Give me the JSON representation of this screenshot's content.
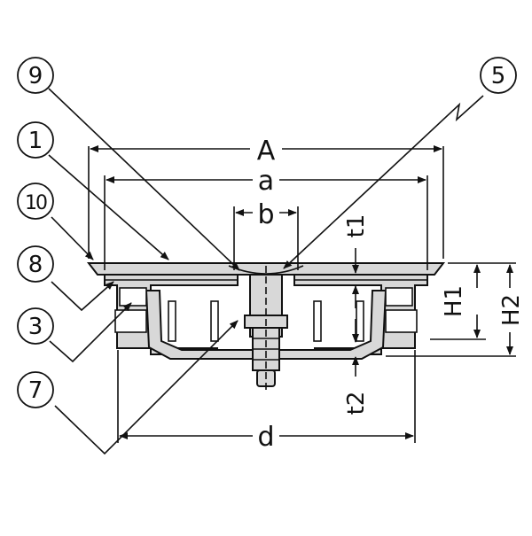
{
  "callouts": {
    "c9": "9",
    "c1": "1",
    "c10": "10",
    "c8": "8",
    "c3": "3",
    "c7": "7",
    "c5": "5"
  },
  "dimensions": {
    "A": "A",
    "a": "a",
    "b": "b",
    "d": "d",
    "t1": "t1",
    "t2": "t2",
    "H1": "H1",
    "H2": "H2"
  },
  "colors": {
    "line": "#111111",
    "body_fill": "#d8d8d8",
    "background": "#ffffff"
  }
}
